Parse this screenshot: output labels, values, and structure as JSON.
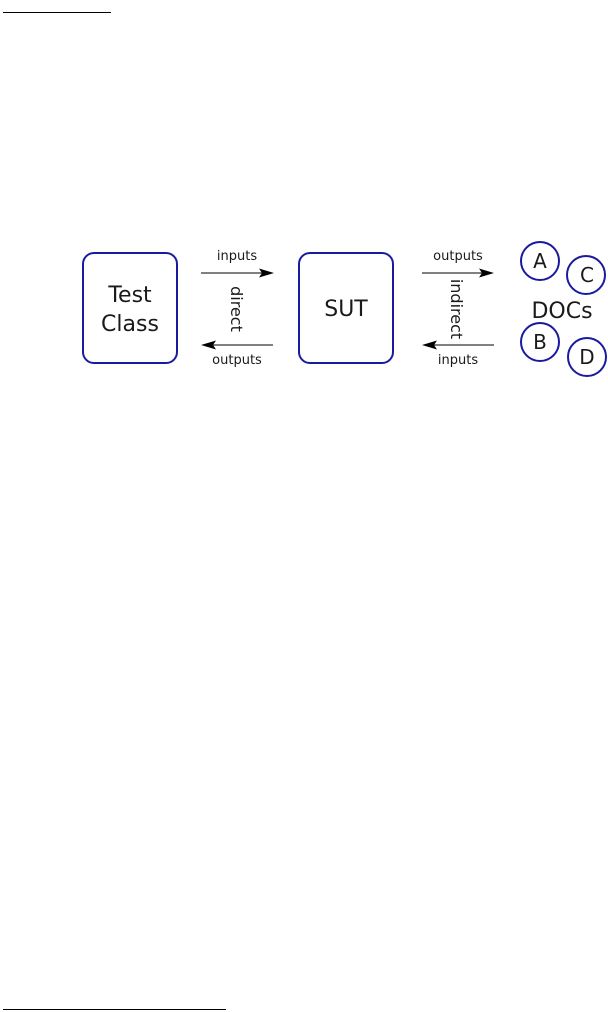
{
  "diagram": {
    "test_class": {
      "line1": "Test",
      "line2": "Class"
    },
    "sut": {
      "label": "SUT"
    },
    "direct": {
      "top_label": "inputs",
      "side_label": "direct",
      "bottom_label": "outputs"
    },
    "indirect": {
      "top_label": "outputs",
      "side_label": "indirect",
      "bottom_label": "inputs"
    },
    "docs": {
      "label": "DOCs",
      "items": [
        "A",
        "C",
        "B",
        "D"
      ]
    },
    "colors": {
      "box_stroke": "#1a1a9e",
      "arrow": "#000000",
      "text": "#1a1a1a"
    }
  }
}
